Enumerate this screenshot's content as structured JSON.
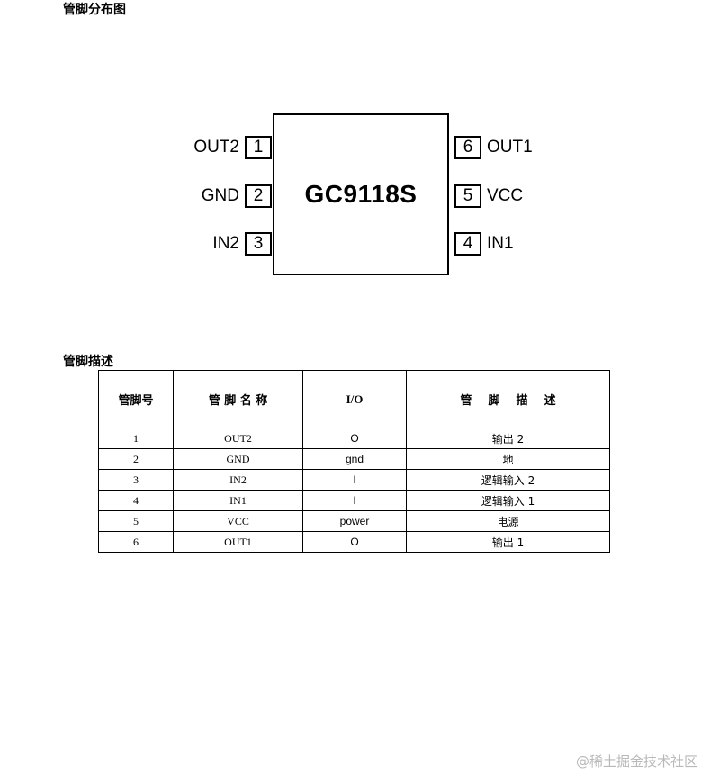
{
  "headings": {
    "pinout": "管脚分布图",
    "description": "管脚描述"
  },
  "package": {
    "part_number": "GC9118S",
    "pins": [
      {
        "number": "1",
        "name": "OUT2",
        "side": "left"
      },
      {
        "number": "2",
        "name": "GND",
        "side": "left"
      },
      {
        "number": "3",
        "name": "IN2",
        "side": "left"
      },
      {
        "number": "6",
        "name": "OUT1",
        "side": "right"
      },
      {
        "number": "5",
        "name": "VCC",
        "side": "right"
      },
      {
        "number": "4",
        "name": "IN1",
        "side": "right"
      }
    ]
  },
  "table": {
    "headers": {
      "pin_no": "管脚号",
      "pin_name": "管 脚 名 称",
      "io": "I/O",
      "description": "管    脚    描    述"
    },
    "rows": [
      {
        "no": "1",
        "name": "OUT2",
        "io": "O",
        "desc": "输出 2"
      },
      {
        "no": "2",
        "name": "GND",
        "io": "gnd",
        "desc": "地"
      },
      {
        "no": "3",
        "name": "IN2",
        "io": "I",
        "desc": "逻辑输入 2"
      },
      {
        "no": "4",
        "name": "IN1",
        "io": "I",
        "desc": "逻辑输入 1"
      },
      {
        "no": "5",
        "name": "VCC",
        "io": "power",
        "desc": "电源"
      },
      {
        "no": "6",
        "name": "OUT1",
        "io": "O",
        "desc": "输出 1"
      }
    ]
  },
  "watermark": "@稀土掘金技术社区"
}
